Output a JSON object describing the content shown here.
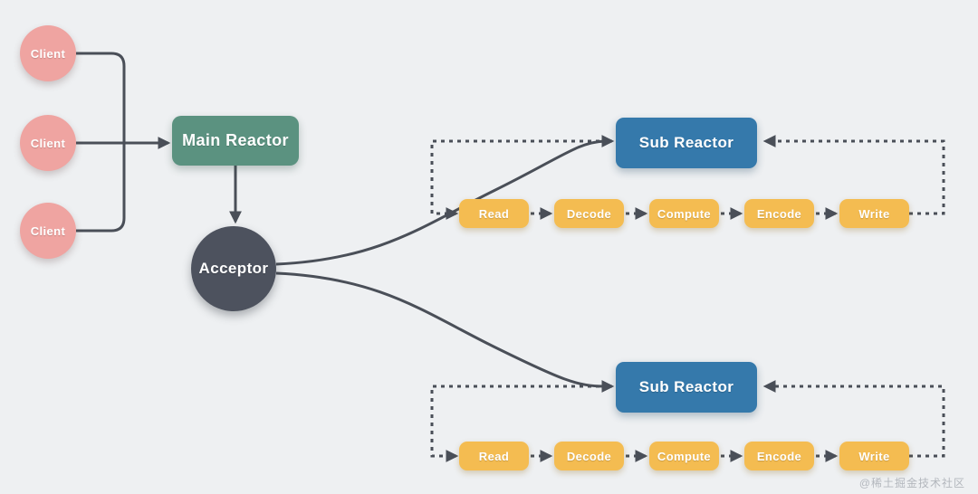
{
  "diagram": {
    "title_implied": "Multi-Reactor pattern diagram",
    "clients": [
      {
        "label": "Client"
      },
      {
        "label": "Client"
      },
      {
        "label": "Client"
      }
    ],
    "main_reactor": {
      "label": "Main Reactor"
    },
    "acceptor": {
      "label": "Acceptor"
    },
    "sub_reactors": [
      {
        "label": "Sub Reactor",
        "pipeline": [
          "Read",
          "Decode",
          "Compute",
          "Encode",
          "Write"
        ]
      },
      {
        "label": "Sub Reactor",
        "pipeline": [
          "Read",
          "Decode",
          "Compute",
          "Encode",
          "Write"
        ]
      }
    ],
    "watermark": "@稀土掘金技术社区",
    "colors": {
      "background": "#eef0f2",
      "client_pink": "#efa4a1",
      "main_reactor_green": "#5b9280",
      "acceptor_dark": "#4d525e",
      "sub_reactor_blue": "#3579ab",
      "stage_yellow": "#f4bc51",
      "edge_dark": "#4a4f58",
      "watermark_gray": "#b3b7bd"
    }
  }
}
